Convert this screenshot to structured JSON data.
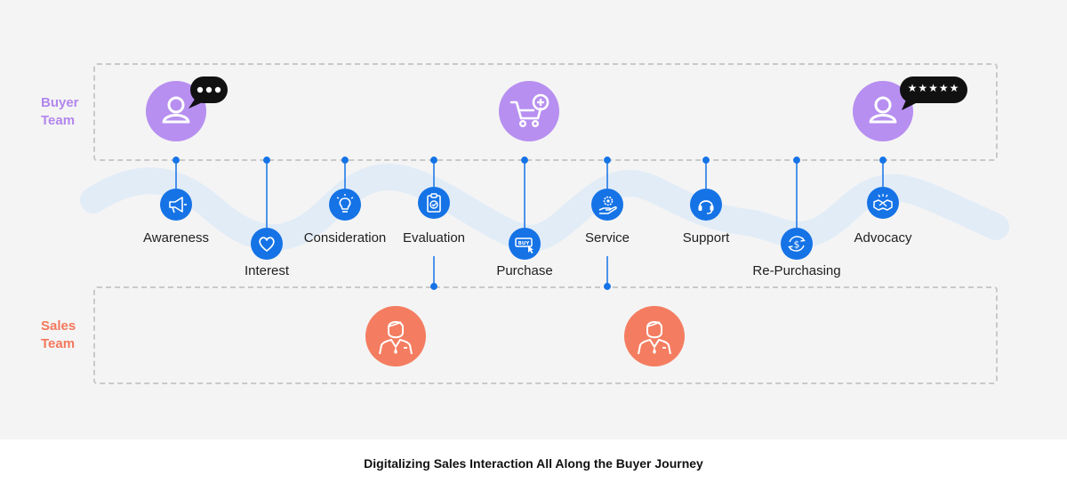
{
  "lanes": {
    "buyer": {
      "line1": "Buyer",
      "line2": "Team"
    },
    "sales": {
      "line1": "Sales",
      "line2": "Team"
    }
  },
  "stages": [
    {
      "label": "Awareness",
      "icon": "megaphone-icon"
    },
    {
      "label": "Interest",
      "icon": "heart-icon"
    },
    {
      "label": "Consideration",
      "icon": "lightbulb-icon"
    },
    {
      "label": "Evaluation",
      "icon": "clipboard-check-icon"
    },
    {
      "label": "Purchase",
      "icon": "buy-button-icon"
    },
    {
      "label": "Service",
      "icon": "hand-gear-icon"
    },
    {
      "label": "Support",
      "icon": "headset-icon"
    },
    {
      "label": "Re-Purchasing",
      "icon": "dollar-cycle-icon"
    },
    {
      "label": "Advocacy",
      "icon": "handshake-icon"
    }
  ],
  "rating_bubble": "★★★★★",
  "caption": "Digitalizing Sales Interaction All Along the Buyer Journey",
  "colors": {
    "buyer": "#b78ff0",
    "sales": "#f47d61",
    "stage": "#1573e6",
    "wave": "#e2ecf7",
    "connector": "#1573e6"
  }
}
